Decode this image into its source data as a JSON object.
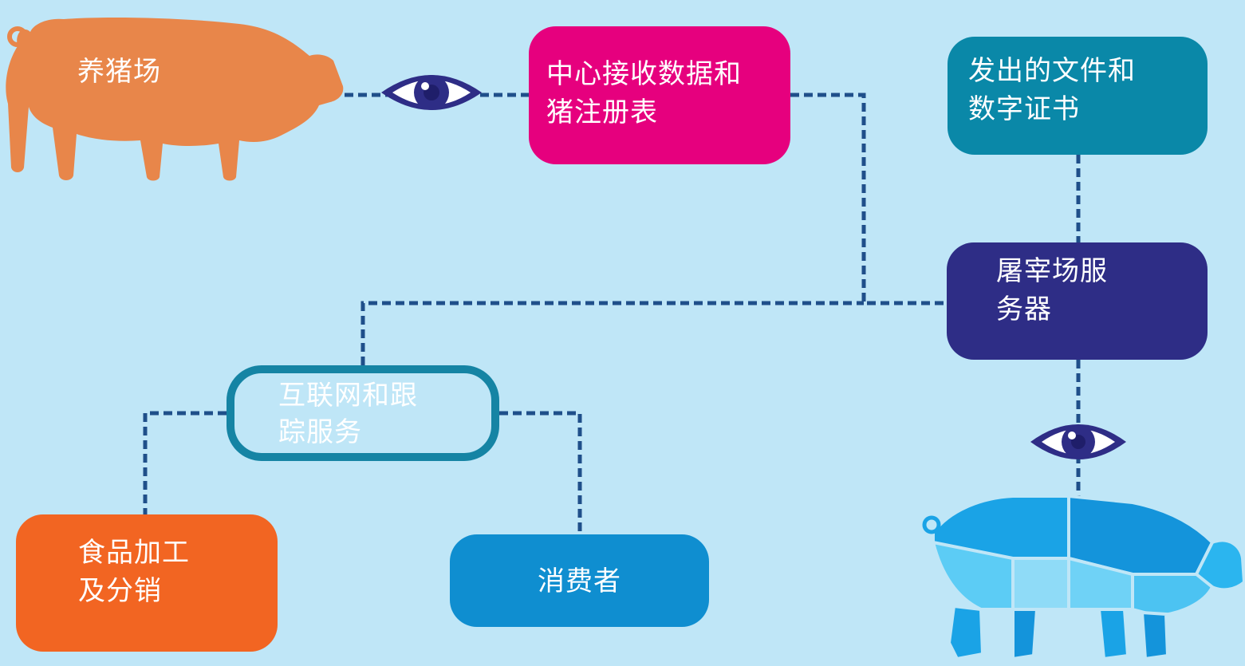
{
  "nodes": {
    "farm": "养猪场",
    "center": "中心接收数据和\n猪注册表",
    "documents": "发出的文件和\n数字证书",
    "slaughterhouse": "屠宰场服\n务器",
    "internet": "互联网和跟\n踪服务",
    "food_processing": "食品加工\n及分销",
    "consumer": "消费者"
  },
  "colors": {
    "background": "#bfe6f7",
    "farm_pig": "#e8864a",
    "center": "#e6007e",
    "documents": "#0a88a8",
    "slaughterhouse": "#2e2d86",
    "internet_border": "#1584a4",
    "food_processing": "#f26522",
    "consumer": "#0f8ed0",
    "connector": "#1f4f8a",
    "eye": "#2e2d86"
  },
  "icons": [
    "pig-icon",
    "eye-icon",
    "eye-icon",
    "pork-cuts-pig-icon"
  ]
}
